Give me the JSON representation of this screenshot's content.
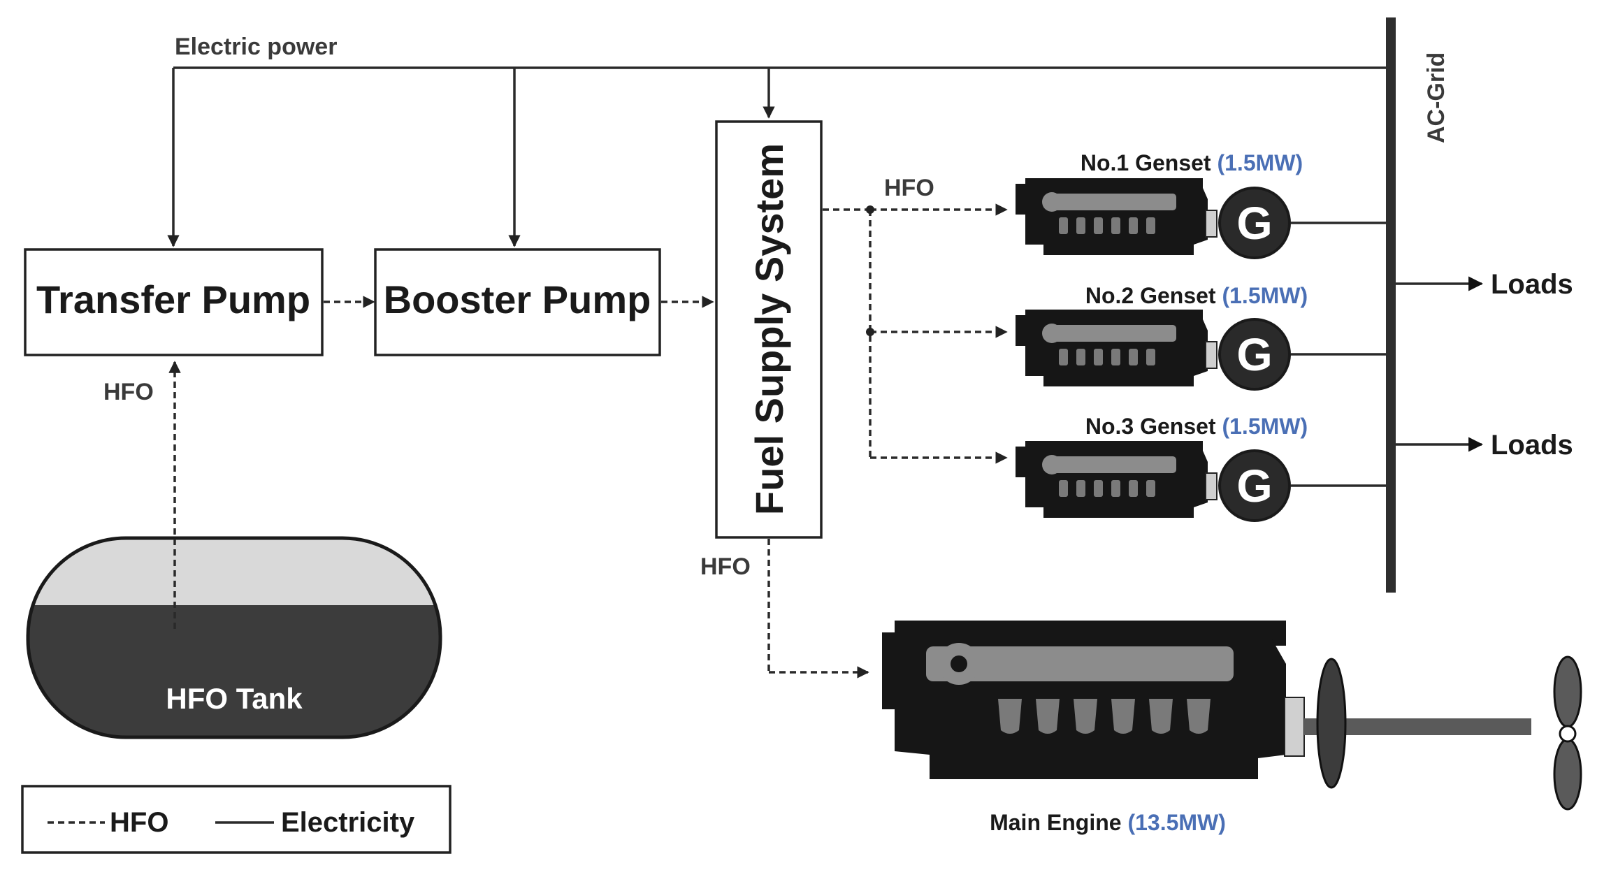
{
  "labels": {
    "electric_power": "Electric power",
    "ac_grid": "AC-Grid",
    "transfer_pump": "Transfer Pump",
    "booster_pump": "Booster Pump",
    "fuel_supply_system": "Fuel Supply System",
    "hfo": "HFO",
    "hfo_tank": "HFO Tank",
    "loads": "Loads",
    "generator_symbol": "G"
  },
  "gensets": [
    {
      "name": "No.1 Genset",
      "rating": "(1.5MW)"
    },
    {
      "name": "No.2 Genset",
      "rating": "(1.5MW)"
    },
    {
      "name": "No.3 Genset",
      "rating": "(1.5MW)"
    }
  ],
  "main_engine": {
    "name": "Main Engine",
    "rating": "(13.5MW)"
  },
  "legend": {
    "fuel_label": "HFO",
    "electric_label": "Electricity"
  },
  "colors": {
    "line": "#2a2a2a",
    "rating_text": "#4a6fb5",
    "engine_body": "#161616",
    "engine_highlight": "#8c8c8c",
    "tank_fluid": "#3c3c3c",
    "tank_air": "#d9d9d9"
  },
  "icons": [
    "genset-engine-icon",
    "generator-icon",
    "main-engine-icon",
    "propeller-icon",
    "hfo-tank-icon"
  ]
}
